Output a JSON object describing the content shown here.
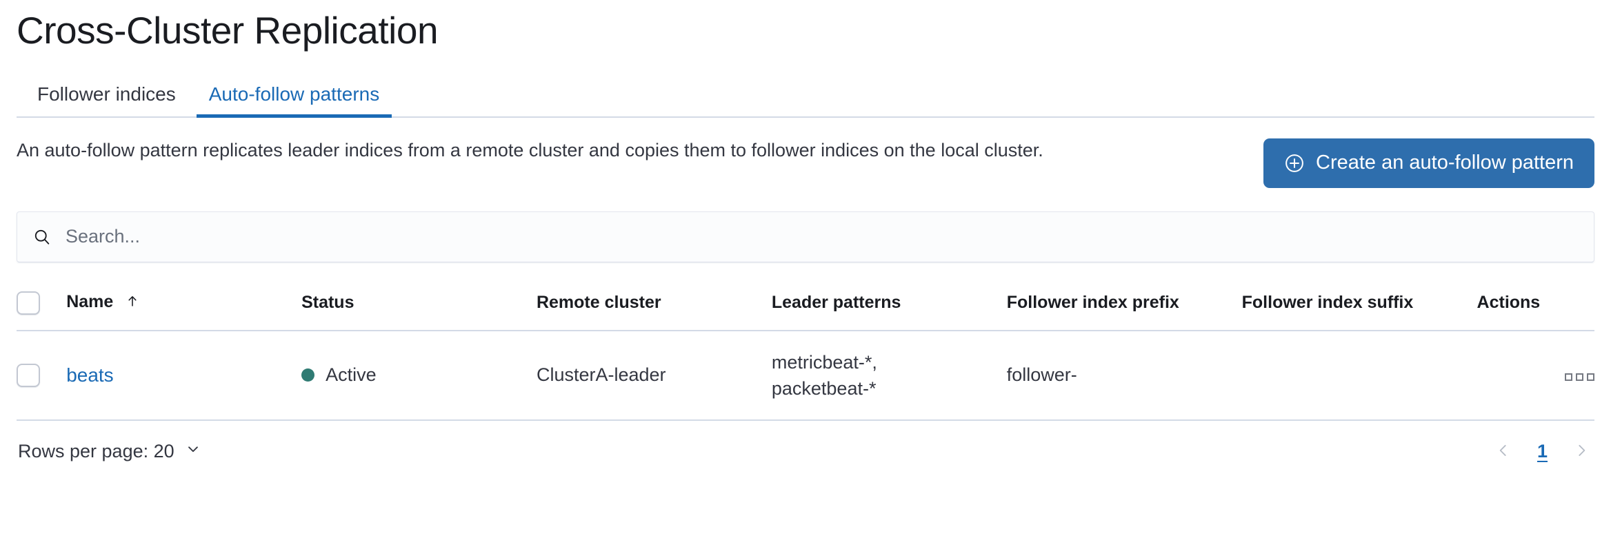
{
  "page": {
    "title": "Cross-Cluster Replication"
  },
  "tabs": [
    {
      "label": "Follower indices",
      "active": false,
      "name": "tab-follower-indices"
    },
    {
      "label": "Auto-follow patterns",
      "active": true,
      "name": "tab-auto-follow-patterns"
    }
  ],
  "description": {
    "text": "An auto-follow pattern replicates leader indices from a remote cluster and copies them to follower indices on the local cluster."
  },
  "actions": {
    "create_label": "Create an auto-follow pattern",
    "create_icon": "plus-in-circle-icon"
  },
  "search": {
    "placeholder": "Search...",
    "value": "",
    "icon": "search-icon"
  },
  "table": {
    "columns": [
      {
        "label": "Name",
        "sort": "asc",
        "sort_icon": "sort-ascending-arrow-icon"
      },
      {
        "label": "Status"
      },
      {
        "label": "Remote cluster"
      },
      {
        "label": "Leader patterns"
      },
      {
        "label": "Follower index prefix"
      },
      {
        "label": "Follower index suffix"
      },
      {
        "label": "Actions"
      }
    ],
    "rows": [
      {
        "name": "beats",
        "status": "Active",
        "status_color": "#2f7b73",
        "remote_cluster": "ClusterA-leader",
        "leader_patterns": [
          "metricbeat-*,",
          "packetbeat-*"
        ],
        "follower_index_prefix": "follower-",
        "follower_index_suffix": "",
        "actions_icon": "boxes-horizontal-icon"
      }
    ]
  },
  "footer": {
    "rows_per_page_label": "Rows per page: 20",
    "rows_per_page_icon": "chevron-down-icon",
    "prev_icon": "chevron-left-icon",
    "next_icon": "chevron-right-icon",
    "current_page": "1"
  },
  "colors": {
    "accent_blue": "#1a6ab5",
    "button_blue": "#2e6ead",
    "success_teal": "#2f7b73",
    "border": "#d3dae6",
    "text": "#343741"
  }
}
